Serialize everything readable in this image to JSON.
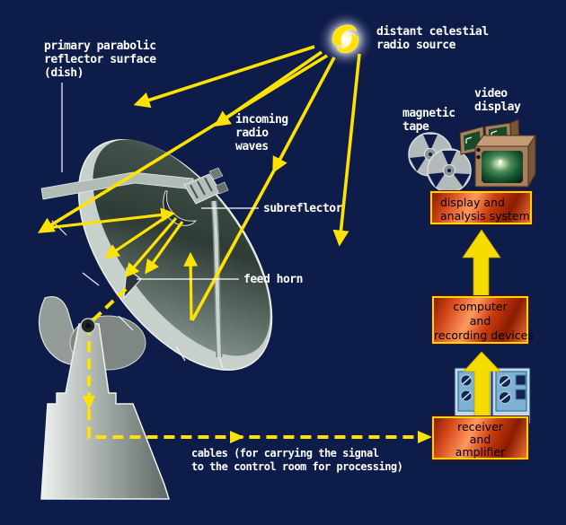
{
  "scene": {
    "name": "radio telescope signal path diagram"
  },
  "colors": {
    "background": "#0e1c4a",
    "ray_yellow": "#ffe300",
    "block_arrow_yellow": "#f5dc00",
    "label_text": "#ffffff",
    "box_text": "#000000",
    "box_border": "#ffd800",
    "box_gradient_dark": "#8a1c00",
    "box_gradient_light": "#ff9a5e",
    "dish_light_gray": "#c8d0cb",
    "dish_dark_gray": "#2f3c36",
    "rack_blue": "#7fb2d2",
    "monitor_brown": "#a9805e",
    "screen_green": "#1a5a34"
  },
  "labels": {
    "primary_reflector": {
      "line1": "primary parabolic",
      "line2": "reflector surface",
      "line3": "(dish)"
    },
    "distant_source": {
      "line1": "distant celestial",
      "line2": "radio source"
    },
    "incoming_waves": {
      "line1": "incoming",
      "line2": "radio",
      "line3": "waves"
    },
    "subreflector": {
      "text": "subreflector"
    },
    "feed_horn": {
      "text": "feed horn"
    },
    "magnetic_tape": {
      "line1": "magnetic",
      "line2": "tape"
    },
    "video_display": {
      "line1": "video",
      "line2": "display"
    },
    "cables": {
      "line1": "cables (for carrying the signal",
      "line2": "to the control room for processing)"
    }
  },
  "boxes": {
    "display_system": {
      "line1": "display and",
      "line2": "analysis system"
    },
    "computer": {
      "line1": "computer",
      "line2": "and",
      "line3": "recording devices"
    },
    "receiver": {
      "line1": "receiver",
      "line2": "and",
      "line3": "amplifier"
    }
  },
  "icons": {
    "celestial_source": "glowing-spiral-galaxy",
    "telescope": "parabolic-dish-antenna",
    "magnetic_tape": "two-tape-reels",
    "video_display": "three-crt-monitors",
    "equipment_rack": "tape-drive-cabinets",
    "signal_cable": "dashed-yellow-line",
    "flow_arrow": "solid-yellow-block-arrow"
  }
}
